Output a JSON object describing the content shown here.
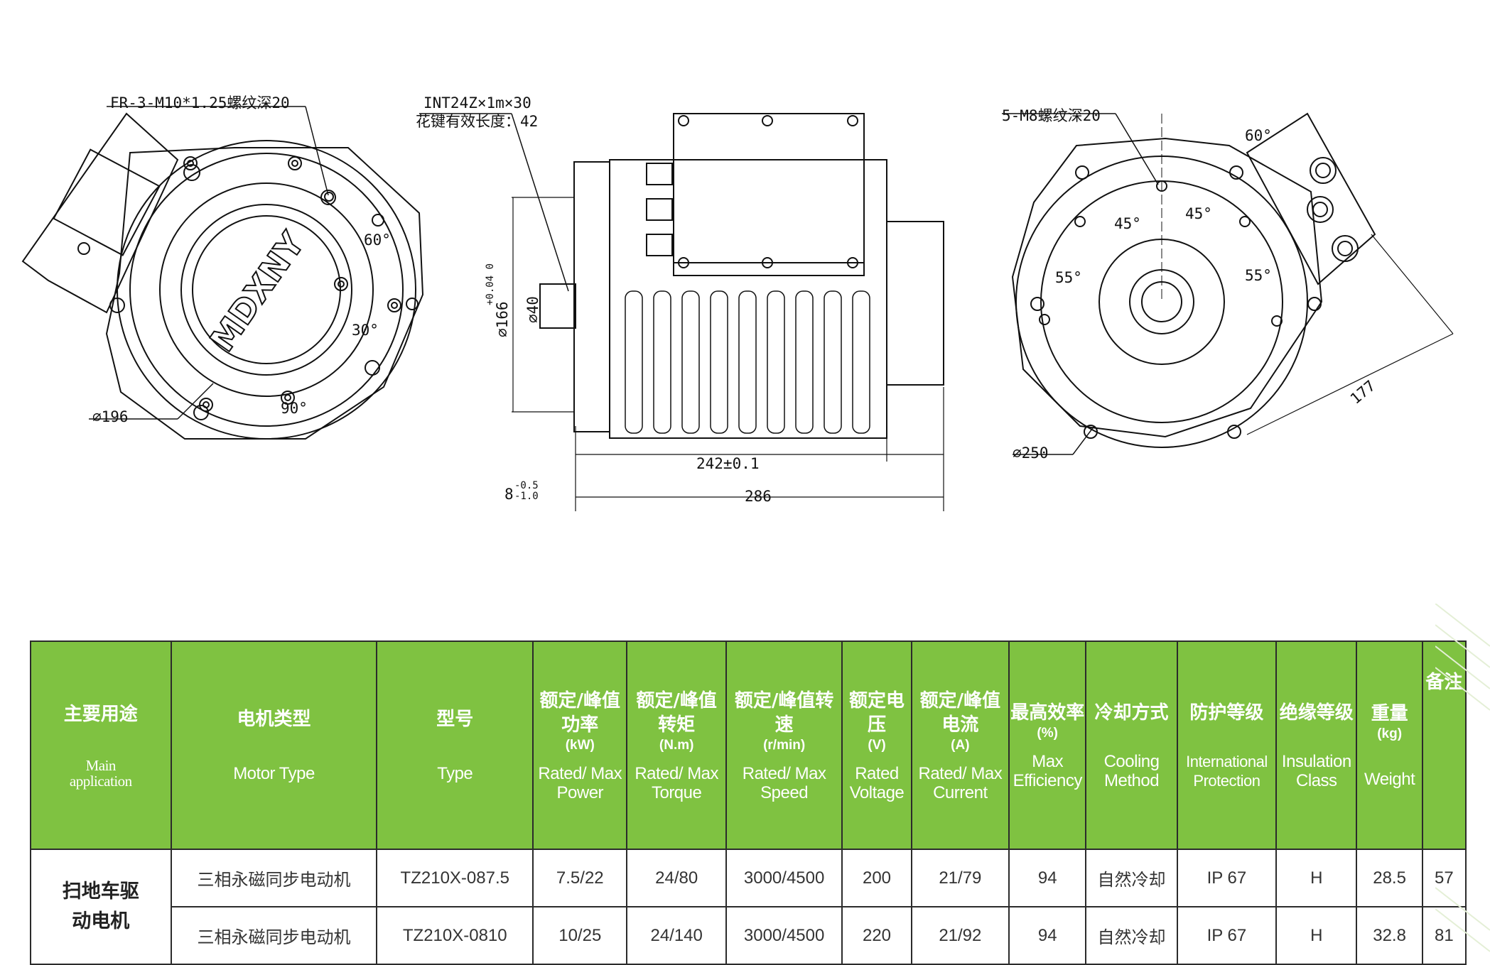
{
  "drawing": {
    "left_view": {
      "thread_note": "FR-3-M10*1.25螺纹深20",
      "brand": "MDXNY",
      "angle_a": "60°",
      "angle_b": "30°",
      "angle_c": "90°",
      "diameter": "⌀196"
    },
    "side_view": {
      "spline_line1": "INT24Z×1m×30",
      "spline_line2": "花键有效长度：42",
      "shaft_dia": "⌀40",
      "flange_dia": "⌀166",
      "flange_tol": "+0.04 0",
      "body_len": "242±0.1",
      "total_len": "286",
      "pilot": "8",
      "pilot_tol_up": "-0.5",
      "pilot_tol_low": "-1.0"
    },
    "right_view": {
      "thread_note": "5-M8螺纹深20",
      "angle_60": "60°",
      "angle_45a": "45°",
      "angle_45b": "45°",
      "angle_55a": "55°",
      "angle_55b": "55°",
      "dim_177": "177",
      "diameter": "⌀250"
    }
  },
  "table": {
    "headers": [
      {
        "zh": "主要用途",
        "unit": "",
        "en": "Main application"
      },
      {
        "zh": "电机类型",
        "unit": "",
        "en": "Motor Type"
      },
      {
        "zh": "型号",
        "unit": "",
        "en": "Type"
      },
      {
        "zh": "额定/峰值功率",
        "unit": "(kW)",
        "en": "Rated/ Max Power"
      },
      {
        "zh": "额定/峰值转矩",
        "unit": "(N.m)",
        "en": "Rated/ Max Torque"
      },
      {
        "zh": "额定/峰值转速",
        "unit": "(r/min)",
        "en": "Rated/ Max Speed"
      },
      {
        "zh": "额定电压",
        "unit": "(V)",
        "en": "Rated Voltage"
      },
      {
        "zh": "额定/峰值电流",
        "unit": "(A)",
        "en": "Rated/ Max Current"
      },
      {
        "zh": "最高效率",
        "unit": "(%)",
        "en": "Max Efficiency"
      },
      {
        "zh": "冷却方式",
        "unit": "",
        "en": "Cooling Method"
      },
      {
        "zh": "防护等级",
        "unit": "",
        "en": "International Protection"
      },
      {
        "zh": "绝缘等级",
        "unit": "",
        "en": "Insulation Class"
      },
      {
        "zh": "重量",
        "unit": "(kg)",
        "en": "Weight"
      },
      {
        "zh": "备注",
        "unit": "",
        "en": ""
      }
    ],
    "application": "扫地车驱动电机",
    "rows": [
      [
        "三相永磁同步电动机",
        "TZ210X-087.5",
        "7.5/22",
        "24/80",
        "3000/4500",
        "200",
        "21/79",
        "94",
        "自然冷却",
        "IP 67",
        "H",
        "28.5",
        "57"
      ],
      [
        "三相永磁同步电动机",
        "TZ210X-0810",
        "10/25",
        "24/140",
        "3000/4500",
        "220",
        "21/92",
        "94",
        "自然冷却",
        "IP 67",
        "H",
        "32.8",
        "81"
      ]
    ]
  },
  "colors": {
    "header_green": "#7fc241",
    "line": "#2b2b2b"
  }
}
